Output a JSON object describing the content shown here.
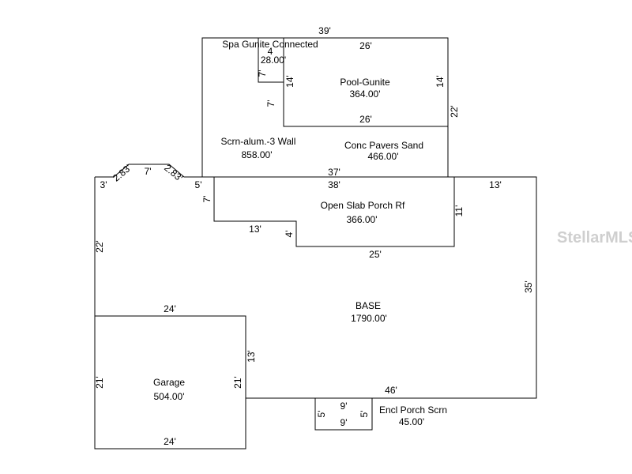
{
  "watermark": "StellarMLS",
  "areas": {
    "spa": {
      "name": "Spa Gunite Connected",
      "size": "28.00'"
    },
    "pool": {
      "name": "Pool-Gunite",
      "size": "364.00'"
    },
    "screen": {
      "name": "Scrn-alum.-3 Wall",
      "size": "858.00'"
    },
    "pavers": {
      "name": "Conc Pavers Sand",
      "size": "466.00'"
    },
    "porch_slab": {
      "name": "Open Slab Porch Rf",
      "size": "366.00'"
    },
    "base": {
      "name": "BASE",
      "size": "1790.00'"
    },
    "garage": {
      "name": "Garage",
      "size": "504.00'"
    },
    "encl_porch": {
      "name": "Encl Porch Scrn",
      "size": "45.00'"
    }
  },
  "dims": {
    "screen_top": "39'",
    "pool_top": "26'",
    "spa_w": "4",
    "spa_h": "7'",
    "pool_left": "14'",
    "pool_right": "14'",
    "screen_left_7": "7'",
    "pool_bottom": "26'",
    "screen_right": "22'",
    "screen_bottom": "37'",
    "porch_top": "38'",
    "bay_left_diag": "2.83'",
    "bay_top": "7'",
    "bay_right_diag": "2.83'",
    "base_left_top": "3'",
    "base_top_5": "5'",
    "porch_left": "7'",
    "base_right_top": "13'",
    "porch_right": "11'",
    "porch_step_w": "13'",
    "porch_step_h": "4'",
    "porch_bottom": "25'",
    "base_left": "22'",
    "base_right": "35'",
    "garage_top": "24'",
    "garage_right_13": "13'",
    "garage_left": "21'",
    "garage_right": "21'",
    "base_bottom": "46'",
    "encl_top": "9'",
    "encl_left": "5'",
    "encl_right": "5'",
    "encl_bottom": "9'",
    "garage_bottom": "24'"
  }
}
